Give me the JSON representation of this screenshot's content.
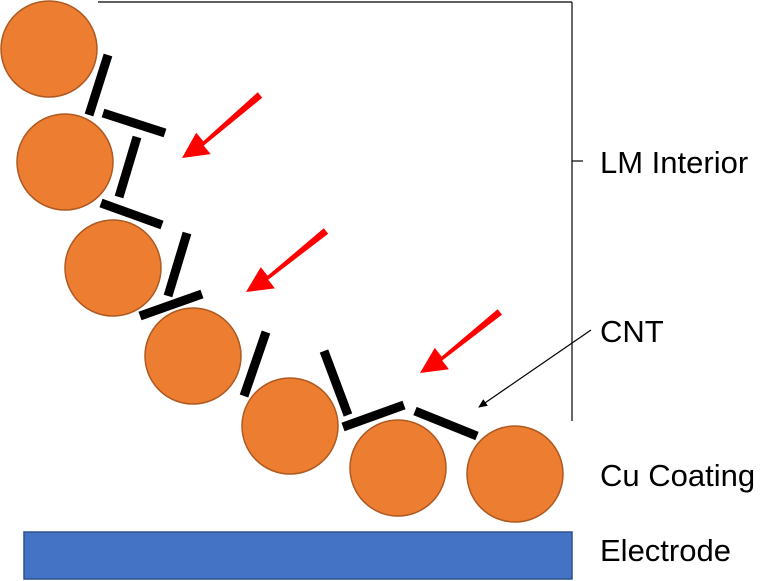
{
  "labels": {
    "lm_interior": "LM Interior",
    "cnt": "CNT",
    "cu_coating": "Cu Coating",
    "electrode": "Electrode"
  },
  "colors": {
    "particle_fill": "#ED7D31",
    "particle_stroke": "#AE5A21",
    "cnt": "#000000",
    "arrow": "#FF0000",
    "electrode_fill": "#4472C4",
    "electrode_stroke": "#2F528F",
    "bracket": "#000000"
  },
  "icons": {
    "arrow": "red-arrow-icon"
  }
}
